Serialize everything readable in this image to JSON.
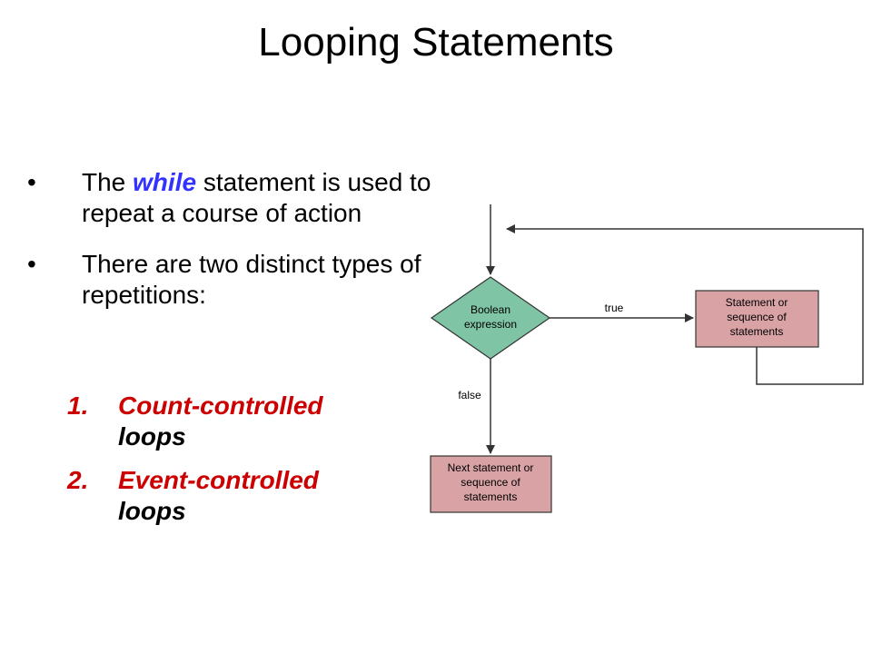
{
  "slide": {
    "title": "Looping Statements"
  },
  "bullets": {
    "b1_pre": "The ",
    "b1_keyword": "while",
    "b1_post": " statement is used to repeat a course of action",
    "b2": "There are two distinct types of repetitions:"
  },
  "loop_types": [
    {
      "number": "1.",
      "word1": "Count-controlled",
      "word2": "loops"
    },
    {
      "number": "2.",
      "word1": "Event-controlled",
      "word2": "loops"
    }
  ],
  "flowchart": {
    "decision_line1": "Boolean",
    "decision_line2": "expression",
    "true_label": "true",
    "false_label": "false",
    "body_line1": "Statement or",
    "body_line2": "sequence of",
    "body_line3": "statements",
    "next_line1": "Next statement or",
    "next_line2": "sequence of",
    "next_line3": "statements",
    "colors": {
      "decision_fill": "#7fc4a4",
      "box_fill": "#d9a3a6",
      "stroke": "#333333"
    }
  }
}
